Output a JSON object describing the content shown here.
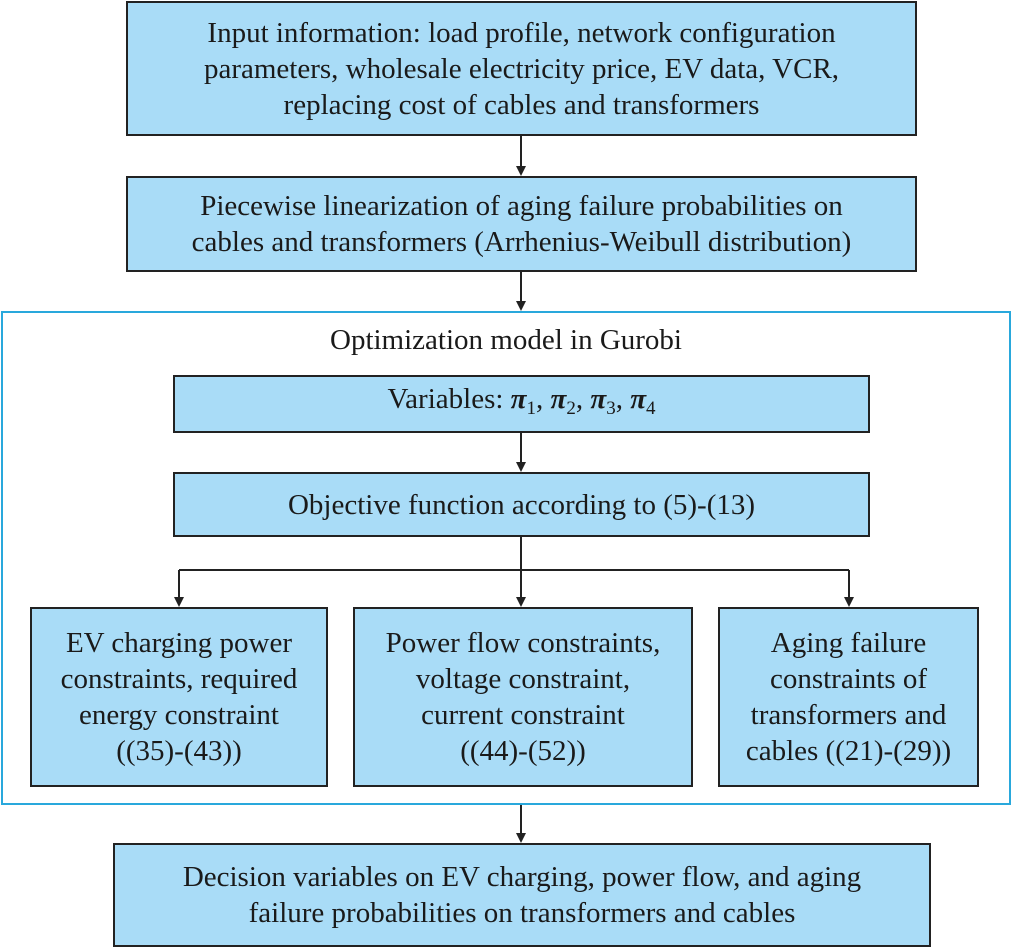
{
  "boxes": {
    "input": {
      "lines": [
        "Input information: load profile, network configuration",
        "parameters, wholesale electricity price, EV data, VCR,",
        "replacing cost of cables and transformers"
      ]
    },
    "linearization": {
      "lines": [
        "Piecewise linearization of aging failure probabilities on",
        "cables and transformers (Arrhenius-Weibull distribution)"
      ]
    },
    "optimization_group": {
      "title": "Optimization model in Gurobi"
    },
    "variables": {
      "prefix": "Variables: ",
      "symbols": [
        {
          "symbol": "π",
          "subscript": "1"
        },
        {
          "symbol": "π",
          "subscript": "2"
        },
        {
          "symbol": "π",
          "subscript": "3"
        },
        {
          "symbol": "π",
          "subscript": "4"
        }
      ],
      "separator": ", "
    },
    "objective": {
      "lines": [
        "Objective function according to (5)-(13)"
      ]
    },
    "ev_constraints": {
      "lines": [
        "EV charging power",
        "constraints, required",
        "energy constraint",
        "((35)-(43))"
      ]
    },
    "power_flow_constraints": {
      "lines": [
        "Power flow constraints,",
        "voltage constraint,",
        "current constraint",
        "((44)-(52))"
      ]
    },
    "aging_constraints": {
      "lines": [
        "Aging failure",
        "constraints of",
        "transformers and",
        "cables ((21)-(29))"
      ]
    },
    "decision": {
      "lines": [
        "Decision variables on EV charging, power flow, and aging",
        "failure probabilities on transformers and cables"
      ]
    }
  },
  "colors": {
    "box_fill": "#a9dcf7",
    "box_border": "#222222",
    "group_border": "#29a8dc"
  }
}
